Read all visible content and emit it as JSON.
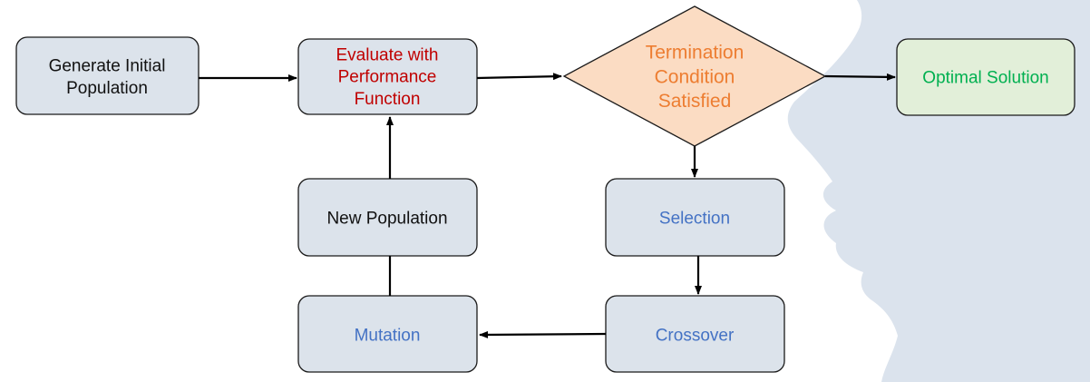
{
  "nodes": {
    "generate": {
      "lines": [
        "Generate Initial",
        "Population"
      ],
      "color": "#111111"
    },
    "evaluate": {
      "lines": [
        "Evaluate with",
        "Performance",
        "Function"
      ],
      "color": "#c00000"
    },
    "termination": {
      "lines": [
        "Termination",
        "Condition",
        "Satisfied"
      ],
      "color": "#ed7d31"
    },
    "optimal": {
      "lines": [
        "Optimal Solution"
      ],
      "color": "#00b050"
    },
    "new_population": {
      "lines": [
        "New Population"
      ],
      "color": "#111111"
    },
    "selection": {
      "lines": [
        "Selection"
      ],
      "color": "#4472c4"
    },
    "mutation": {
      "lines": [
        "Mutation"
      ],
      "color": "#4472c4"
    },
    "crossover": {
      "lines": [
        "Crossover"
      ],
      "color": "#4472c4"
    }
  },
  "colors": {
    "box_fill": "#dce3eb",
    "box_stroke": "#1a1a1a",
    "diamond_fill": "#fbdcc3",
    "optimal_fill": "#e2efd9",
    "silhouette": "#dbe3ed",
    "arrow": "#000000"
  }
}
